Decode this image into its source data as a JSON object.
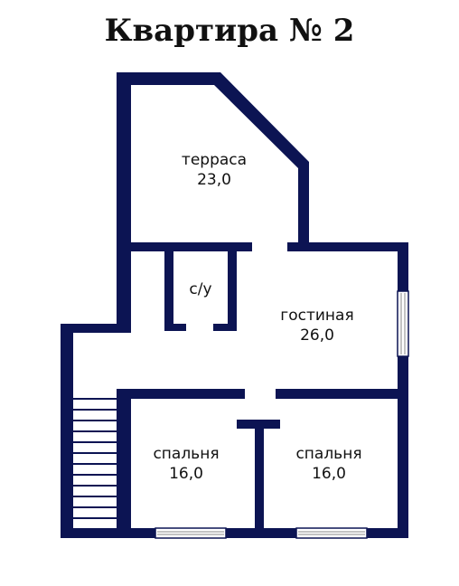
{
  "title": "Квартира № 2",
  "colors": {
    "wall": "#0c1453",
    "window": "#cfcfcf",
    "stairs": "#ffffff"
  },
  "rooms": [
    {
      "id": "terrace",
      "name": "терраса",
      "area": "23,0"
    },
    {
      "id": "bathroom",
      "name": "с/у",
      "area": ""
    },
    {
      "id": "living",
      "name": "гостиная",
      "area": "26,0"
    },
    {
      "id": "bedroom-left",
      "name": "спальня",
      "area": "16,0"
    },
    {
      "id": "bedroom-right",
      "name": "спальня",
      "area": "16,0"
    }
  ]
}
